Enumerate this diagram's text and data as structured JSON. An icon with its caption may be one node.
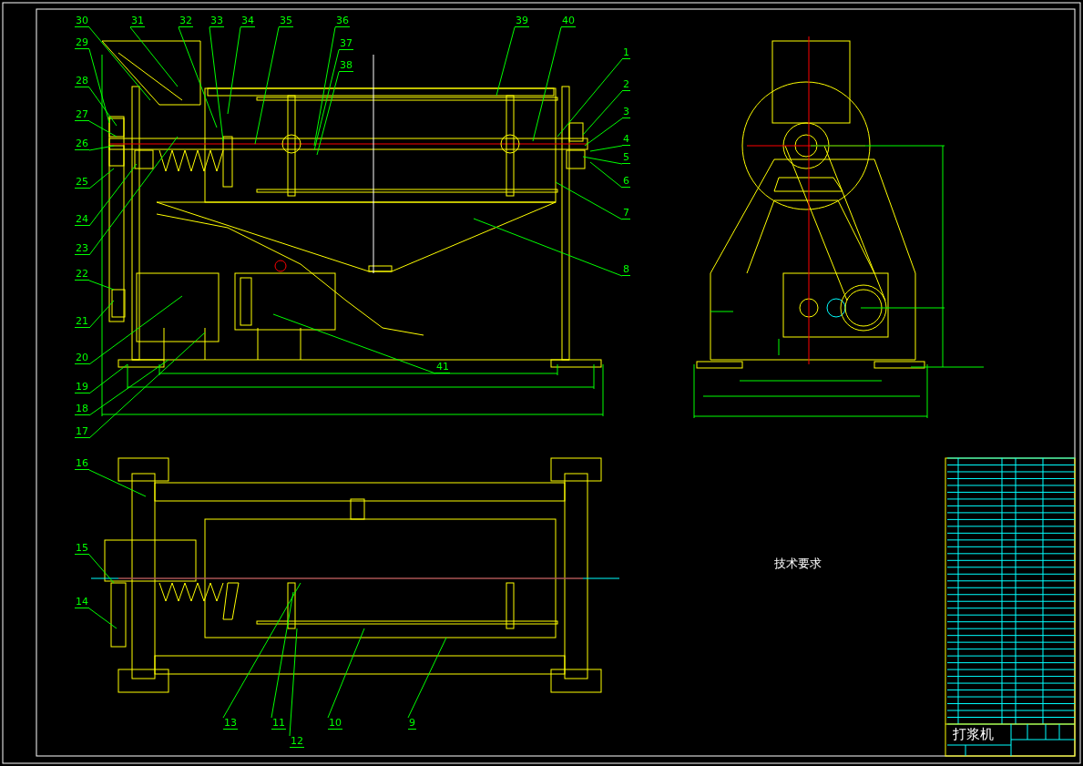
{
  "diagram": {
    "title": "打浆机",
    "nodes": [
      {
        "text": [
          "1"
        ]
      },
      {
        "text": [
          "2"
        ]
      },
      {
        "text": [
          "3"
        ]
      },
      {
        "text": [
          "4"
        ]
      },
      {
        "text": [
          "5"
        ]
      },
      {
        "text": [
          "6"
        ]
      },
      {
        "text": [
          "7"
        ]
      },
      {
        "text": [
          "8"
        ]
      },
      {
        "text": [
          "9"
        ]
      },
      {
        "text": [
          "10"
        ]
      },
      {
        "text": [
          "11"
        ]
      },
      {
        "text": [
          "12"
        ]
      },
      {
        "text": [
          "13"
        ]
      },
      {
        "text": [
          "14"
        ]
      },
      {
        "text": [
          "15"
        ]
      },
      {
        "text": [
          "16"
        ]
      },
      {
        "text": [
          "17"
        ]
      },
      {
        "text": [
          "18"
        ]
      },
      {
        "text": [
          "19"
        ]
      },
      {
        "text": [
          "20"
        ]
      },
      {
        "text": [
          "21"
        ]
      },
      {
        "text": [
          "22"
        ]
      },
      {
        "text": [
          "23"
        ]
      },
      {
        "text": [
          "24"
        ]
      },
      {
        "text": [
          "25"
        ]
      },
      {
        "text": [
          "26"
        ]
      },
      {
        "text": [
          "27"
        ]
      },
      {
        "text": [
          "28"
        ]
      },
      {
        "text": [
          "29"
        ]
      },
      {
        "text": [
          "30"
        ]
      },
      {
        "text": [
          "31"
        ]
      },
      {
        "text": [
          "32"
        ]
      },
      {
        "text": [
          "33"
        ]
      },
      {
        "text": [
          "34"
        ]
      },
      {
        "text": [
          "35"
        ]
      },
      {
        "text": [
          "36"
        ]
      },
      {
        "text": [
          "37"
        ]
      },
      {
        "text": [
          "38"
        ]
      },
      {
        "text": [
          "39"
        ]
      },
      {
        "text": [
          "40"
        ]
      },
      {
        "text": [
          "41"
        ]
      }
    ],
    "edges": [
      {
        "from": 0,
        "to": null,
        "arrow": "none"
      },
      {
        "from": 1,
        "to": null,
        "arrow": "none"
      },
      {
        "from": 2,
        "to": null,
        "arrow": "none"
      },
      {
        "from": 3,
        "to": null,
        "arrow": "none"
      },
      {
        "from": 4,
        "to": null,
        "arrow": "none"
      },
      {
        "from": 5,
        "to": null,
        "arrow": "none"
      },
      {
        "from": 6,
        "to": null,
        "arrow": "none"
      },
      {
        "from": 7,
        "to": null,
        "arrow": "none"
      },
      {
        "from": 8,
        "to": null,
        "arrow": "none"
      },
      {
        "from": 9,
        "to": null,
        "arrow": "none"
      },
      {
        "from": 10,
        "to": null,
        "arrow": "none"
      },
      {
        "from": 11,
        "to": null,
        "arrow": "none"
      },
      {
        "from": 12,
        "to": null,
        "arrow": "none"
      },
      {
        "from": 13,
        "to": null,
        "arrow": "none"
      },
      {
        "from": 14,
        "to": null,
        "arrow": "none"
      },
      {
        "from": 15,
        "to": null,
        "arrow": "none"
      },
      {
        "from": 16,
        "to": null,
        "arrow": "none"
      },
      {
        "from": 17,
        "to": null,
        "arrow": "none"
      },
      {
        "from": 18,
        "to": null,
        "arrow": "none"
      },
      {
        "from": 19,
        "to": null,
        "arrow": "none"
      },
      {
        "from": 20,
        "to": null,
        "arrow": "none"
      },
      {
        "from": 21,
        "to": null,
        "arrow": "none"
      },
      {
        "from": 22,
        "to": null,
        "arrow": "none"
      },
      {
        "from": 23,
        "to": null,
        "arrow": "none"
      },
      {
        "from": 24,
        "to": null,
        "arrow": "none"
      },
      {
        "from": 25,
        "to": null,
        "arrow": "none"
      },
      {
        "from": 26,
        "to": null,
        "arrow": "none"
      },
      {
        "from": 27,
        "to": null,
        "arrow": "none"
      },
      {
        "from": 28,
        "to": null,
        "arrow": "none"
      },
      {
        "from": 29,
        "to": null,
        "arrow": "none"
      },
      {
        "from": 30,
        "to": null,
        "arrow": "none"
      },
      {
        "from": 31,
        "to": null,
        "arrow": "none"
      },
      {
        "from": 32,
        "to": null,
        "arrow": "none"
      },
      {
        "from": 33,
        "to": null,
        "arrow": "none"
      },
      {
        "from": 34,
        "to": null,
        "arrow": "none"
      },
      {
        "from": 35,
        "to": null,
        "arrow": "none"
      },
      {
        "from": 36,
        "to": null,
        "arrow": "none"
      },
      {
        "from": 37,
        "to": null,
        "arrow": "none"
      },
      {
        "from": 38,
        "to": null,
        "arrow": "none"
      },
      {
        "from": 39,
        "to": null,
        "arrow": "none"
      },
      {
        "from": 40,
        "to": null,
        "arrow": "none"
      }
    ],
    "labels": [
      "技术要求"
    ]
  }
}
